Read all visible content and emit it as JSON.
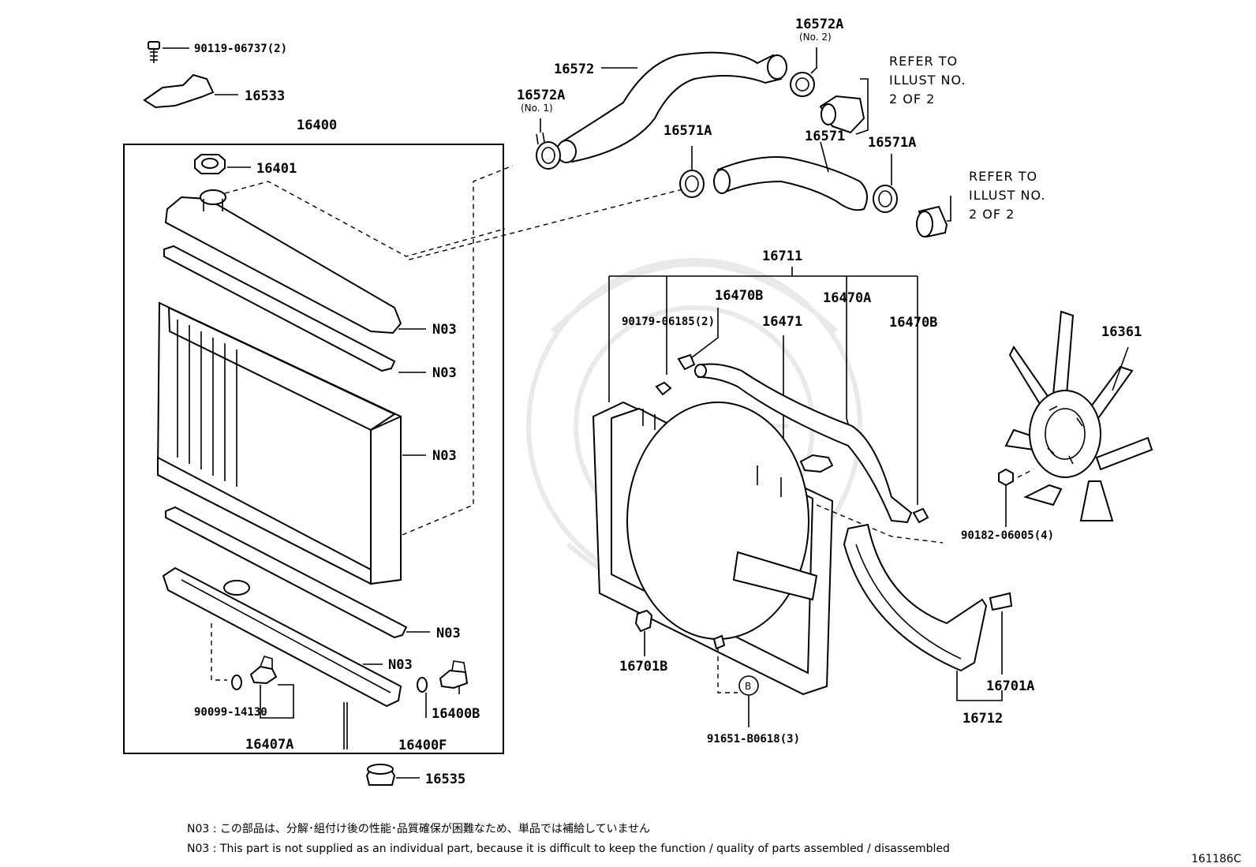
{
  "diagram_code": "161186C",
  "labels": {
    "bolt_top": "90119-06737(2)",
    "bracket_top": "16533",
    "radiator_assy": "16400",
    "cap": "16401",
    "upper_hose": "16572",
    "clamp_no1": "16572A",
    "clamp_no1_note": "(No. 1)",
    "clamp_no2": "16572A",
    "clamp_no2_note": "(No. 2)",
    "refer1": [
      "REFER TO",
      "ILLUST NO.",
      "2 OF 2"
    ],
    "refer2": [
      "REFER TO",
      "ILLUST NO.",
      "2 OF 2"
    ],
    "lower_hose": "16571",
    "clamp_a_left": "16571A",
    "clamp_a_right": "16571A",
    "shroud_assy": "16711",
    "hose_b_top": "16470B",
    "hose_a": "16470A",
    "hose_b_right": "16470B",
    "screw": "90179-06185(2)",
    "reserve_tank": "16471",
    "fan": "16361",
    "nut": "90182-06005(4)",
    "n03_1": "N03",
    "n03_2": "N03",
    "n03_3": "N03",
    "n03_4": "N03",
    "n03_5": "N03",
    "gasket": "90099-14130",
    "drain_cock": "16407A",
    "plug_b": "16400B",
    "oring_f": "16400F",
    "cushion": "16535",
    "clip_b": "16701B",
    "clip_a": "16701A",
    "lower_shroud": "16712",
    "bolt_b": "91651-B0618(3)",
    "bolt_b_mark": "B"
  },
  "notes": {
    "jp": "N03 : この部品は、分解･組付け後の性能･品質確保が困難なため、単品では補給していません",
    "en": "N03 : This part is not supplied as an individual part, because it is difficult to keep the function / quality of parts assembled / disassembled"
  }
}
